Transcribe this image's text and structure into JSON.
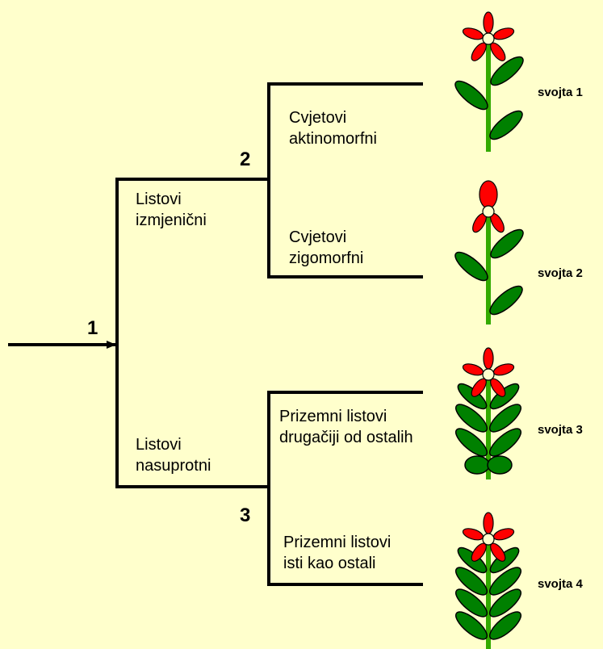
{
  "nodes": {
    "n1": "1",
    "n2": "2",
    "n3": "3"
  },
  "branches": {
    "alternate": [
      "Listovi",
      "izmjenični"
    ],
    "opposite": [
      "Listovi",
      "nasuprotni"
    ],
    "actinomorphic": [
      "Cvjetovi",
      "aktinomorfni"
    ],
    "zygomorphic": [
      "Cvjetovi",
      "zigomorfni"
    ],
    "basal_different": [
      "Prizemni listovi",
      "drugačiji od ostalih"
    ],
    "basal_same": [
      "Prizemni listovi",
      "isti kao ostali"
    ]
  },
  "taxa": [
    "svojta 1",
    "svojta 2",
    "svojta 3",
    "svojta 4"
  ],
  "colors": {
    "background": "#FFFFCC",
    "petal": "#FF0000",
    "leaf": "#008000",
    "stem": "#33AA00",
    "flower_center": "#FFFFCC"
  },
  "plants": [
    {
      "taxon": "svojta 1",
      "flower": "actinomorphic-flower-icon",
      "leaf_arrangement": "alternate"
    },
    {
      "taxon": "svojta 2",
      "flower": "zygomorphic-flower-icon",
      "leaf_arrangement": "alternate"
    },
    {
      "taxon": "svojta 3",
      "flower": "actinomorphic-flower-icon",
      "leaf_arrangement": "opposite",
      "basal_leaves": "different"
    },
    {
      "taxon": "svojta 4",
      "flower": "actinomorphic-flower-icon",
      "leaf_arrangement": "opposite",
      "basal_leaves": "same"
    }
  ]
}
